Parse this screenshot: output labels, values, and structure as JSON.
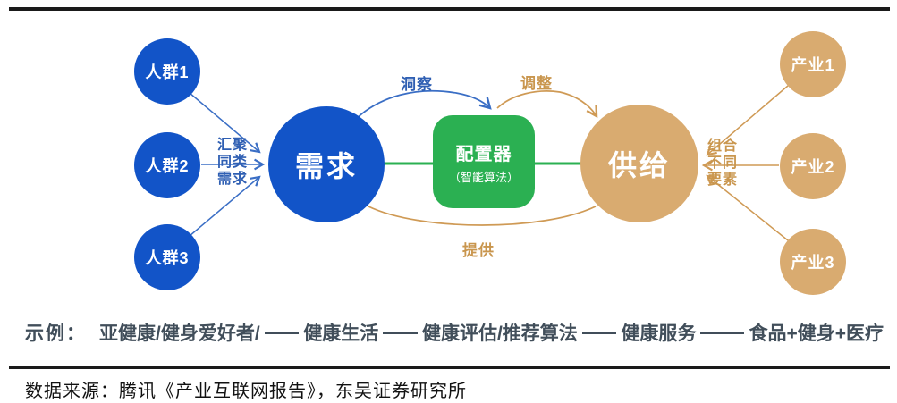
{
  "colors": {
    "blue": "#1254c8",
    "tan": "#d9ab70",
    "green": "#2bb052",
    "blueLine": "#3a6ec5",
    "tanLine": "#cf9a55",
    "blueText": "#2f5fb3",
    "tanText": "#c9964e",
    "exampleText": "#414e5a",
    "rule": "#1a1a1a"
  },
  "diagram": {
    "groups": [
      "人群1",
      "人群2",
      "人群3"
    ],
    "demand": "需求",
    "configurator": {
      "title": "配置器",
      "subtitle": "（智能算法）"
    },
    "supply": "供给",
    "industries": [
      "产业1",
      "产业2",
      "产业3"
    ],
    "labels": {
      "aggregate": [
        "汇聚",
        "同类",
        "需求"
      ],
      "insight": "洞察",
      "adjust": "调整",
      "provide": "提供",
      "combine": [
        "组合",
        "不同",
        "要素"
      ]
    }
  },
  "example": {
    "prefix": "示例：",
    "items": [
      "亚健康/健身爱好者/",
      "健康生活",
      "健康评估/推荐算法",
      "健康服务",
      "食品+健身+医疗"
    ]
  },
  "footer": {
    "source": "数据来源：腾讯《产业互联网报告》，东吴证券研究所"
  }
}
